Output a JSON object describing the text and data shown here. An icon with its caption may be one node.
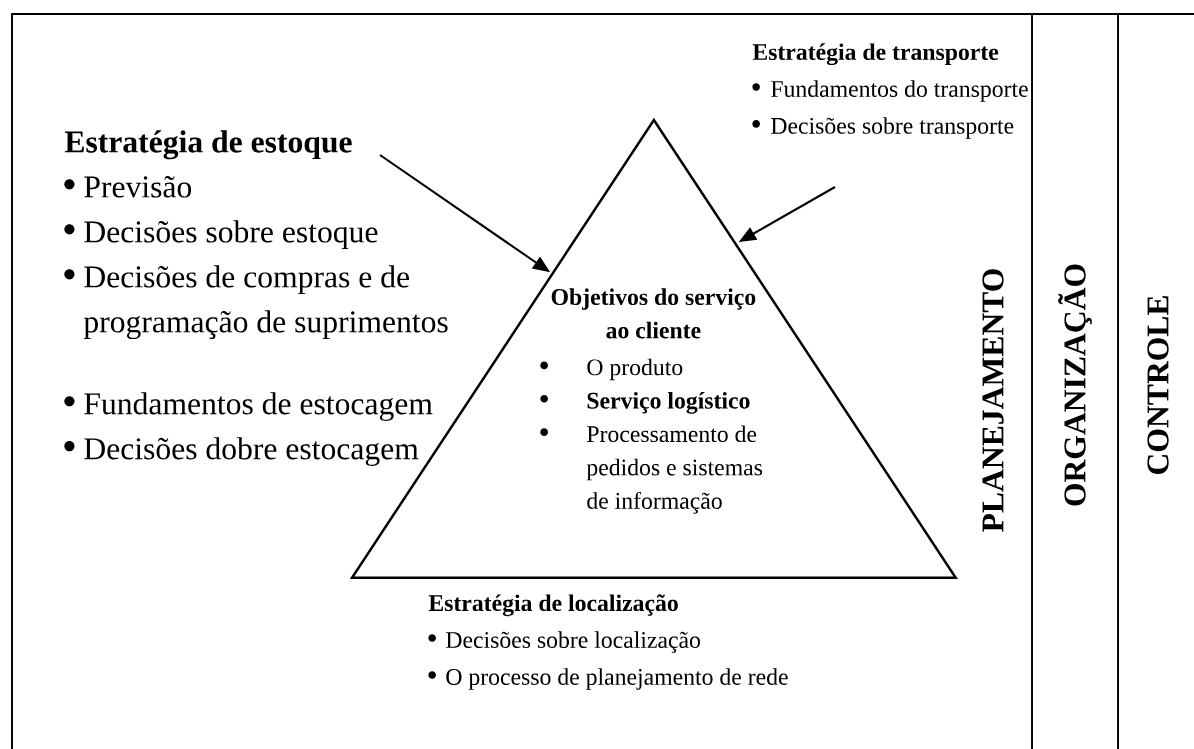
{
  "diagram": {
    "nodes": [
      {
        "text": [
          "Objetivos do serviço ao cliente",
          "O produto",
          "Serviço logístico",
          "Processamento de pedidos e sistemas de informação"
        ],
        "beside": [
          "Estratégia de localização",
          "Decisões sobre localização",
          "O processo de planejamento de rede"
        ]
      },
      {
        "text": [
          "Estratégia de estoque",
          "Previsão",
          "Decisões sobre estoque",
          "Decisões de compras e de programação de suprimentos",
          "Fundamentos de estocagem",
          "Decisões dobre estocagem"
        ]
      },
      {
        "text": [
          "Estratégia de transporte",
          "Fundamentos do transporte",
          "Decisões sobre transporte"
        ]
      }
    ],
    "edges": [
      {
        "from": 1,
        "to": 0,
        "arrow": "to"
      },
      {
        "from": 2,
        "to": 0,
        "arrow": "to"
      }
    ],
    "labels": [
      "PLANEJAMENTO",
      "ORGANIZAÇÃO",
      "CONTROLE"
    ]
  }
}
